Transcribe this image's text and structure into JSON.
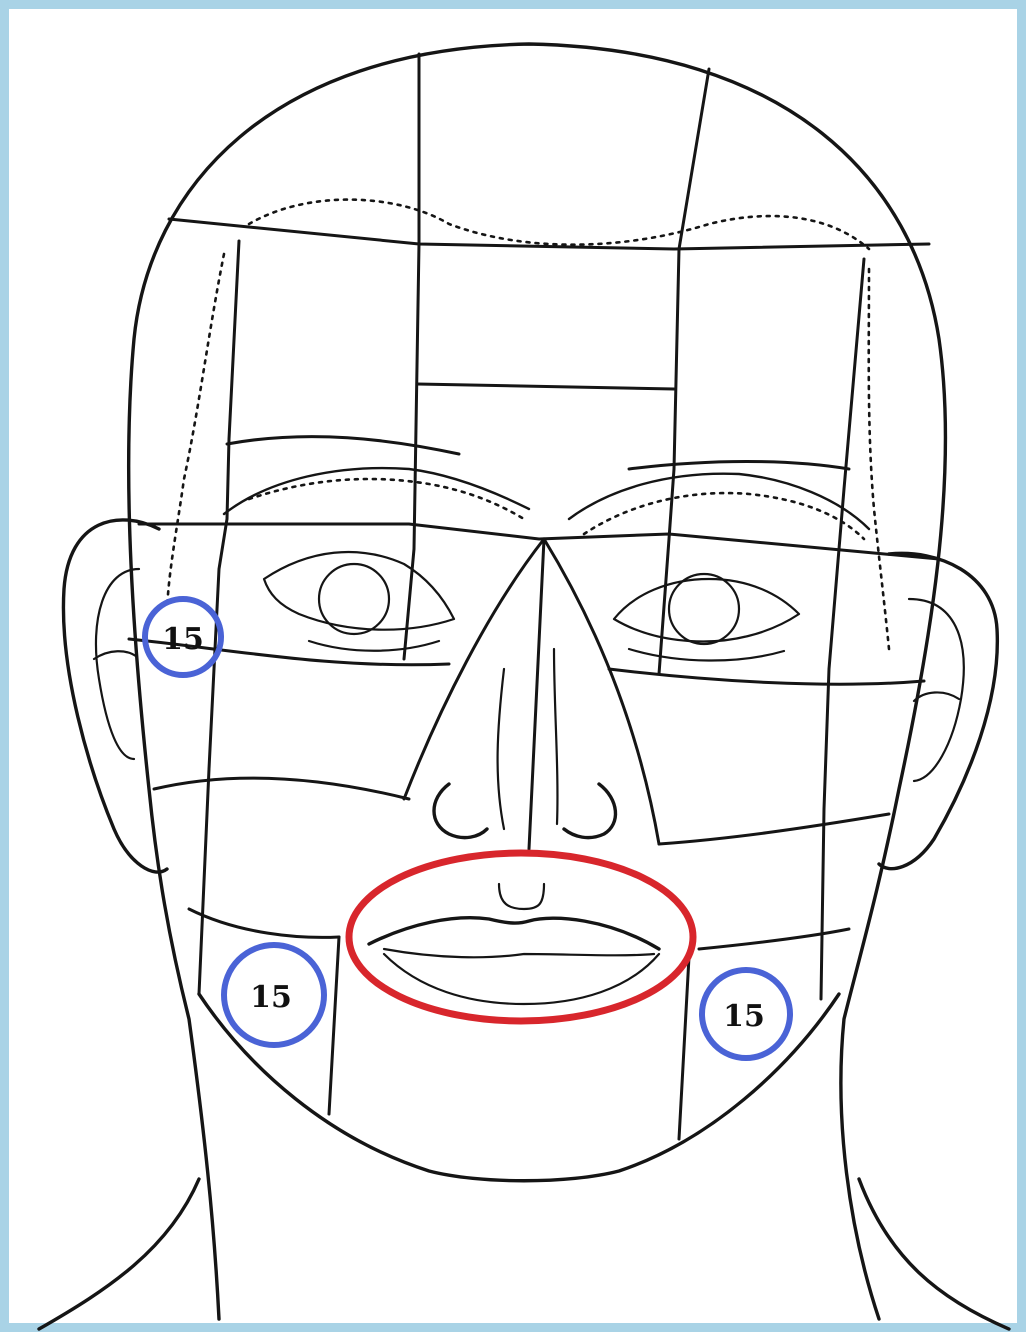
{
  "diagram": {
    "zone_markers": [
      {
        "label": "15"
      },
      {
        "label": "15"
      },
      {
        "label": "15"
      }
    ],
    "colors": {
      "background_border": "#a9d3e6",
      "marker_ring": "#4a63d6",
      "lip_ring": "#d8262c",
      "line_art": "#151515"
    }
  }
}
